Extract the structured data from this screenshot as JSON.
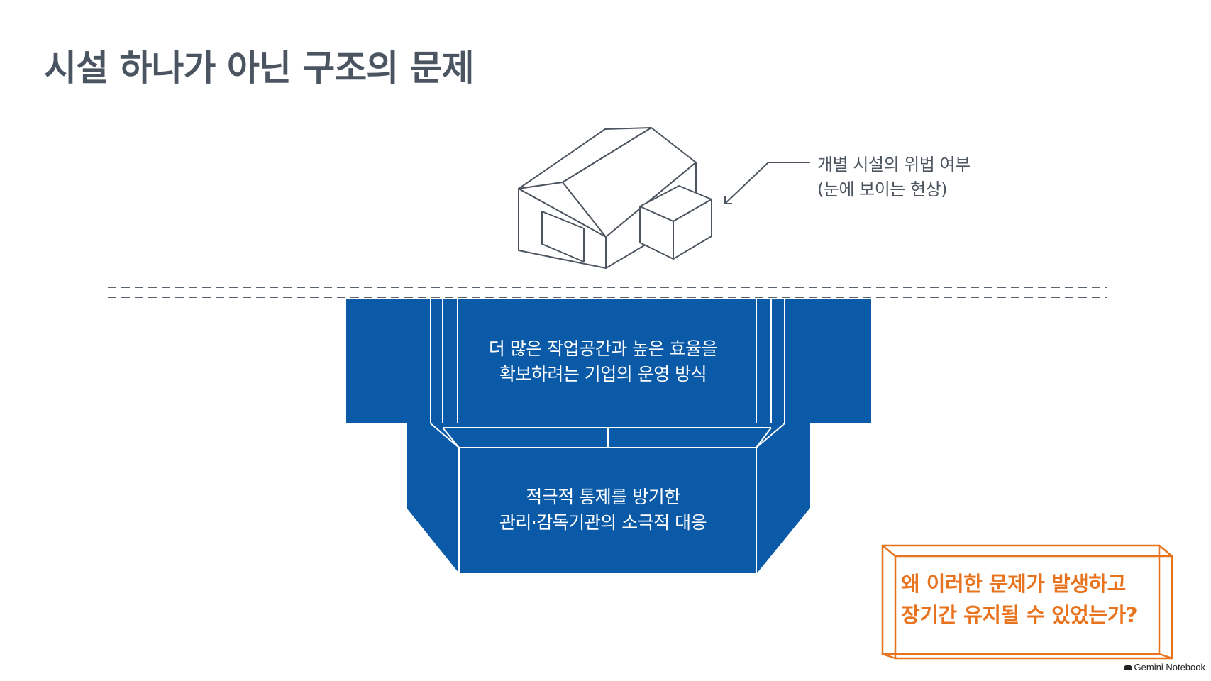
{
  "title": "시설 하나가 아닌 구조의 문제",
  "annotation": {
    "line1": "개별 시설의 위법 여부",
    "line2": "(눈에 보이는 현상)"
  },
  "upper_block": {
    "line1": "더 많은 작업공간과 높은 효율을",
    "line2": "확보하려는 기업의 운영 방식"
  },
  "lower_block": {
    "line1": "적극적 통제를 방기한",
    "line2": "관리·감독기관의 소극적 대응"
  },
  "question": {
    "line1": "왜 이러한 문제가 발생하고",
    "line2": "장기간 유지될 수 있었는가?"
  },
  "watermark": "Gemini Notebook",
  "colors": {
    "title": "#4b5561",
    "block_fill": "#0b5aa8",
    "question_accent": "#e8731e",
    "line": "#4d5560"
  },
  "icons": {
    "building": "warehouse-building-icon",
    "watermark": "gemini-notebook-logo-icon"
  }
}
